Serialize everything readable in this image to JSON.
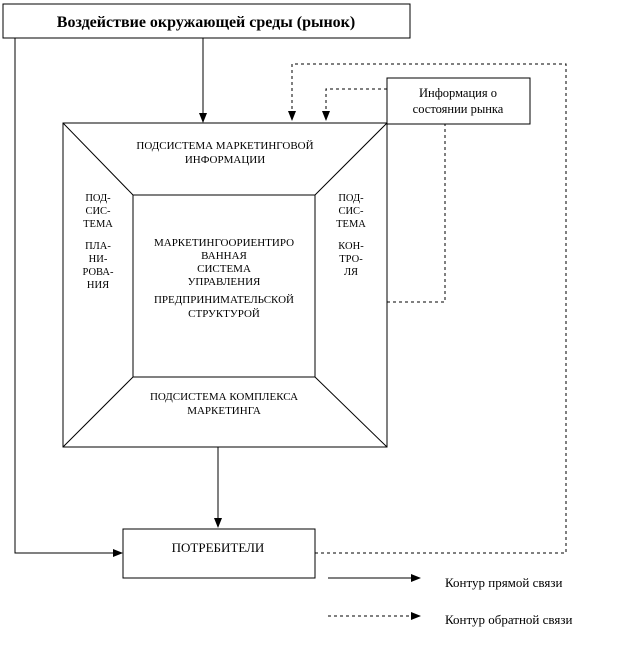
{
  "environment": {
    "title": "Воздействие окружающей среды (рынок)"
  },
  "market_info": {
    "lines": [
      "Информация о",
      "состоянии рынка"
    ]
  },
  "subsystems": {
    "information": {
      "lines": [
        "ПОДСИСТЕМА МАРКЕТИНГОВОЙ",
        "ИНФОРМАЦИИ"
      ]
    },
    "planning": {
      "lines": [
        "ПОД-",
        "СИС-",
        "ТЕМА",
        "",
        "ПЛА-",
        "НИ-",
        "РОВА-",
        "НИЯ"
      ]
    },
    "control": {
      "lines": [
        "ПОД-",
        "СИС-",
        "ТЕМА",
        "",
        "КОН-",
        "ТРО-",
        "ЛЯ"
      ]
    },
    "marketing_mix": {
      "lines": [
        "ПОДСИСТЕМА КОМПЛЕКСА",
        "МАРКЕТИНГА"
      ]
    }
  },
  "core": {
    "lines": [
      "МАРКЕТИНГООРИЕНТИРО",
      "ВАННАЯ",
      "СИСТЕМА",
      "УПРАВЛЕНИЯ",
      "ПРЕДПРИНИМАТЕЛЬСКОЙ",
      "СТРУКТУРОЙ"
    ]
  },
  "consumers": {
    "label": "ПОТРЕБИТЕЛИ"
  },
  "legend": {
    "direct": "Контур прямой связи",
    "feedback": "Контур обратной связи"
  }
}
